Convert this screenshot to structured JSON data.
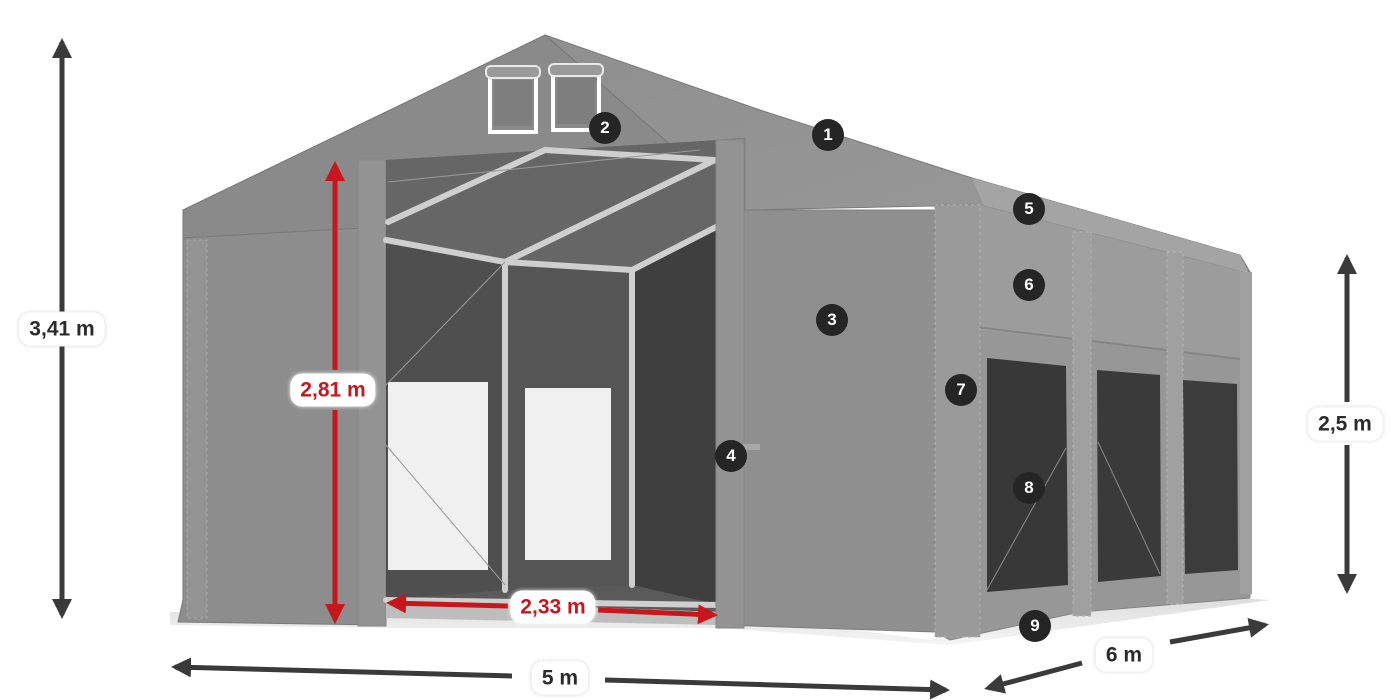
{
  "diagram": {
    "subject": "Grey storage tent with numbered components and dimensions",
    "colors": {
      "tent_fabric": "#8c8c8c",
      "dimension_dark": "#3a3a3a",
      "dimension_red": "#c9161d",
      "badge": "#252525",
      "interior": "#555555",
      "frame": "#c8c8c8"
    },
    "dimensions": {
      "total_height": "3,41 m",
      "entrance_height": "2,81 m",
      "entrance_width": "2,33 m",
      "side_height": "2,5 m",
      "depth": "6 m",
      "width": "5 m"
    },
    "callouts": [
      {
        "number": "1",
        "part": "roof"
      },
      {
        "number": "2",
        "part": "gable-ventilation-windows"
      },
      {
        "number": "3",
        "part": "gable-wall"
      },
      {
        "number": "4",
        "part": "entrance-curtain"
      },
      {
        "number": "5",
        "part": "eave-edge"
      },
      {
        "number": "6",
        "part": "upper-side-panel"
      },
      {
        "number": "7",
        "part": "side-post-cover"
      },
      {
        "number": "8",
        "part": "side-window-panel"
      },
      {
        "number": "9",
        "part": "ground-skirt"
      }
    ]
  }
}
